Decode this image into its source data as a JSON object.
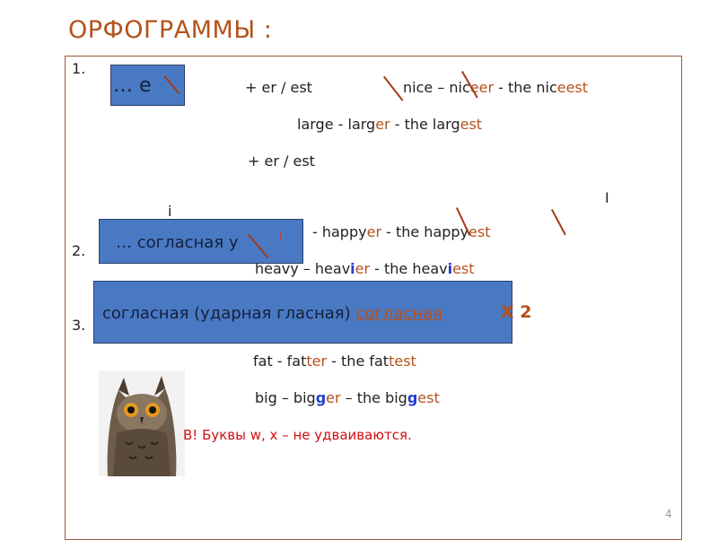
{
  "title": "ОРФОГРАММЫ :",
  "rule1": {
    "number": "1.",
    "box_text": "…  е",
    "suffix": "+ er  /  est",
    "ex1": [
      "nice   – ",
      "nic",
      "e",
      "er",
      "  - the nic",
      "e",
      "est"
    ],
    "ex2": [
      "large  - larg",
      "er",
      "   - the larg",
      "est"
    ],
    "suffix2": "+ er  /  est",
    "letter_i_right": "I",
    "letter_i_left": "i"
  },
  "rule2": {
    "number": "2.",
    "box_text": "…  согласная  у",
    "box_sup": "i",
    "ex1": [
      "- happy",
      "er",
      "  - the happy",
      "est"
    ],
    "ex2": [
      "heavy –  heav",
      "i",
      "er",
      "   -  the heav",
      "i",
      "est"
    ]
  },
  "rule3": {
    "number": "3.",
    "box_text_plain": "согласная  (ударная гласная)  ",
    "box_text_under": "согласная",
    "x2": "X 2",
    "ex1": [
      "fat  - fat",
      "t",
      "er",
      "  - the fat",
      "t",
      "est"
    ],
    "ex2": [
      "big – big",
      "g",
      "er",
      " – the big",
      "g",
      "est"
    ],
    "nb": "B!   Буквы  w, x – не удваиваются."
  },
  "page_number": "4",
  "colors": {
    "title": "#b5511c",
    "box": "#4a79c4",
    "ending": "#b5511c",
    "double": "#1f3fd0",
    "nb": "#d01010"
  }
}
